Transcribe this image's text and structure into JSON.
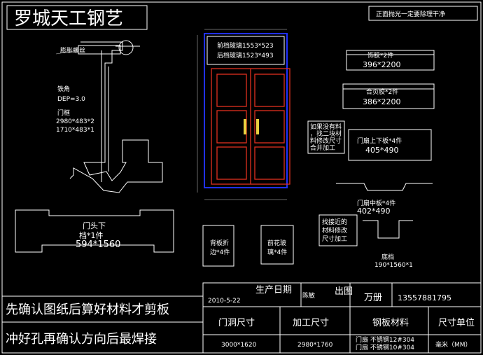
{
  "title": "罗城天工钢艺",
  "top_note": "正面抛光一定要除理干净",
  "frame_labels": {
    "expansion_screw": "膨胀螺丝",
    "angle_iron": "铁角",
    "dep": "DEP=3.0",
    "door_frame": "门框",
    "frame_size_1": "2980*483*2",
    "frame_size_2": "1710*483*1"
  },
  "glass": {
    "front": "前档玻璃1553*523",
    "rear": "后档玻璃1523*493"
  },
  "parts": {
    "decor_glue": "饰胶*2件",
    "decor_glue_size": "396*2200",
    "hinge_glue": "合页胶*2件",
    "hinge_glue_size": "386*2200",
    "upper_lower_plate": "门扇上下板*4件",
    "upper_lower_plate_size": "405*490",
    "middle_plate": "门扇中板*4件",
    "middle_plate_size": "402*490",
    "bottom_stop": "底档",
    "bottom_stop_size": "190*1560*1",
    "head_label": "门头下",
    "head_count": "档*1件",
    "head_size": "594*1560",
    "side_fold": "背板折",
    "side_fold_count": "边*4件",
    "front_glass_flower": "前花玻",
    "front_glass_count": "璃*4件"
  },
  "notes": {
    "material_note_1": "如果没有料",
    "material_note_2": "，找二块材",
    "material_note_3": "料修改尺寸",
    "material_note_4": "合并加工",
    "near_note_1": "找接近的",
    "near_note_2": "材料修改",
    "near_note_3": "尺寸加工"
  },
  "notices": {
    "line1": "先确认图纸后算好材料才剪板",
    "line2": "冲好孔再确认方向后最焊接"
  },
  "table": {
    "production_date_label": "生产日期",
    "production_date": "2010-5-22",
    "customer": "陈敏",
    "drawn_by_label": "出图",
    "drawn_by": "万册",
    "phone": "13557881795",
    "door_size_label": "门洞尺寸",
    "process_size_label": "加工尺寸",
    "steel_label": "钢板材料",
    "unit_label": "尺寸单位",
    "door_size": "3000*1620",
    "process_size": "2980*1760",
    "steel_1": "门扇 不锈钢12#304",
    "steel_2": "门扇 不锈钢10#304",
    "unit": "毫米（MM）"
  }
}
